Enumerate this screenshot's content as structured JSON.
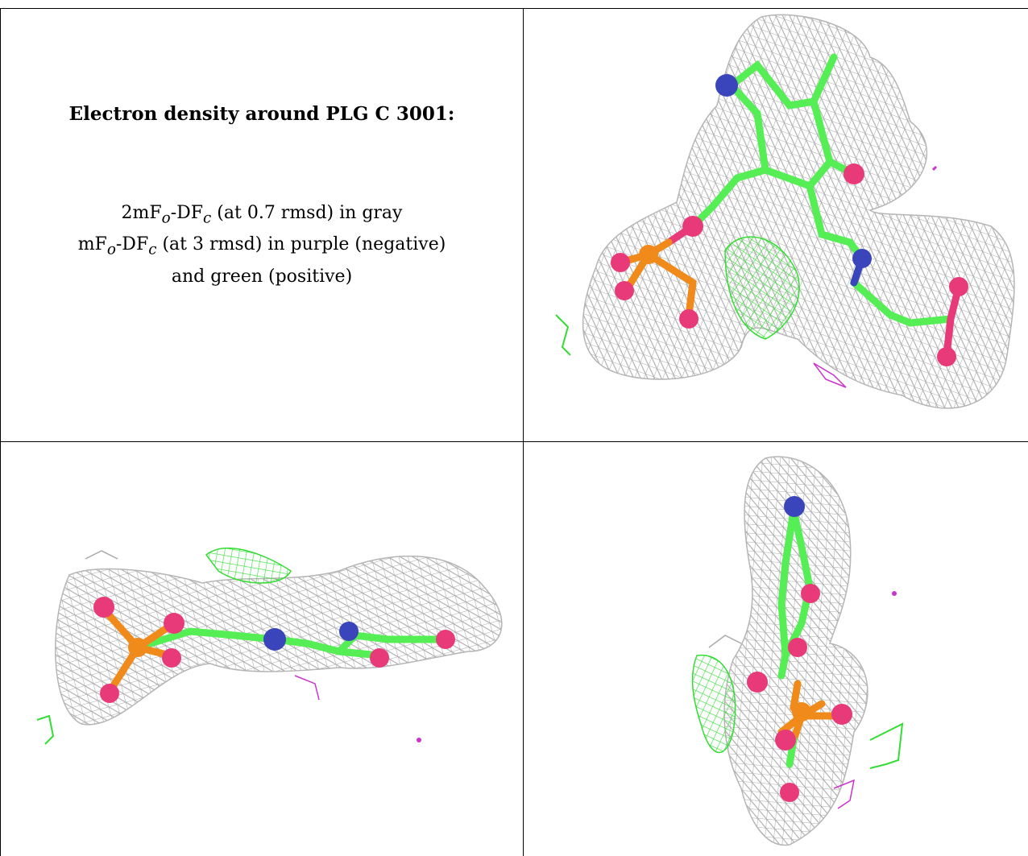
{
  "caption": {
    "title": "Electron density around PLG C 3001:",
    "line1": {
      "pre": "2mF",
      "sub1": "o",
      "mid": "-DF",
      "sub2": "c",
      "post": " (at 0.7 rmsd) in gray"
    },
    "line2": {
      "pre": "mF",
      "sub1": "o",
      "mid": "-DF",
      "sub2": "c",
      "post": " (at 3 rmsd) in purple (negative)"
    },
    "line3": "and green (positive)"
  },
  "colors": {
    "mesh_2fofc": "#a9a9a9",
    "mesh_positive": "#33dd33",
    "mesh_negative": "#cc33cc",
    "carbon": "#55ee55",
    "nitrogen": "#3a44bb",
    "oxygen": "#e83a78",
    "phosphorus": "#f08a1a"
  },
  "panels": [
    {
      "view": "top-right"
    },
    {
      "view": "bottom-left"
    },
    {
      "view": "bottom-right"
    }
  ]
}
